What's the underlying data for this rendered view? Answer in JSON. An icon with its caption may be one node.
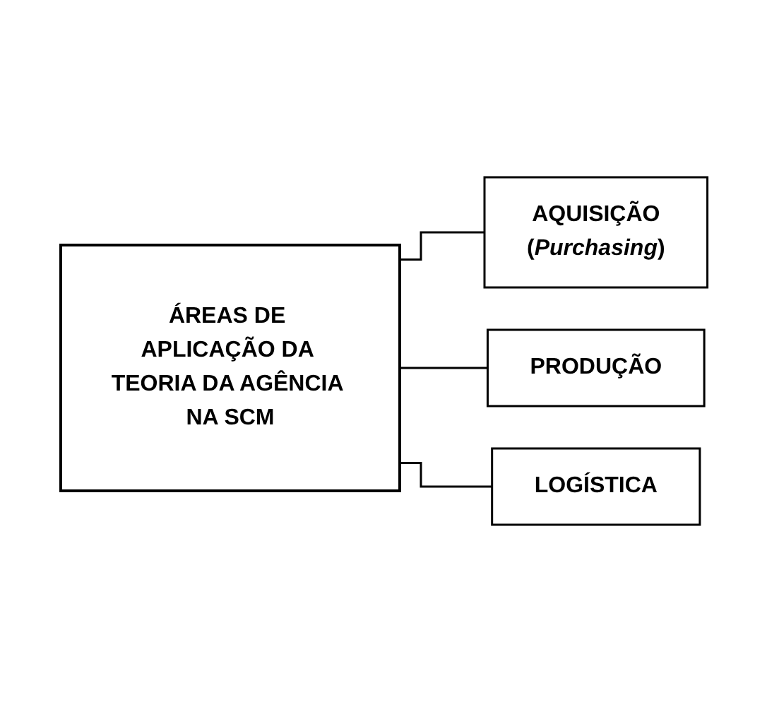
{
  "diagram": {
    "nodes": [
      {
        "text": [
          "ÁREAS DE APLICAÇÃO DA TEORIA DA AGÊNCIA NA SCM"
        ]
      },
      {
        "text": [
          "AQUISIÇÃO",
          "(*Purchasing*)"
        ]
      },
      {
        "text": [
          "PRODUÇÃO"
        ]
      },
      {
        "text": [
          "LOGÍSTICA"
        ]
      }
    ],
    "edges": [
      {
        "from": 0,
        "to": 1,
        "arrow": "none"
      },
      {
        "from": 0,
        "to": 2,
        "arrow": "none"
      },
      {
        "from": 0,
        "to": 3,
        "arrow": "none"
      }
    ]
  }
}
